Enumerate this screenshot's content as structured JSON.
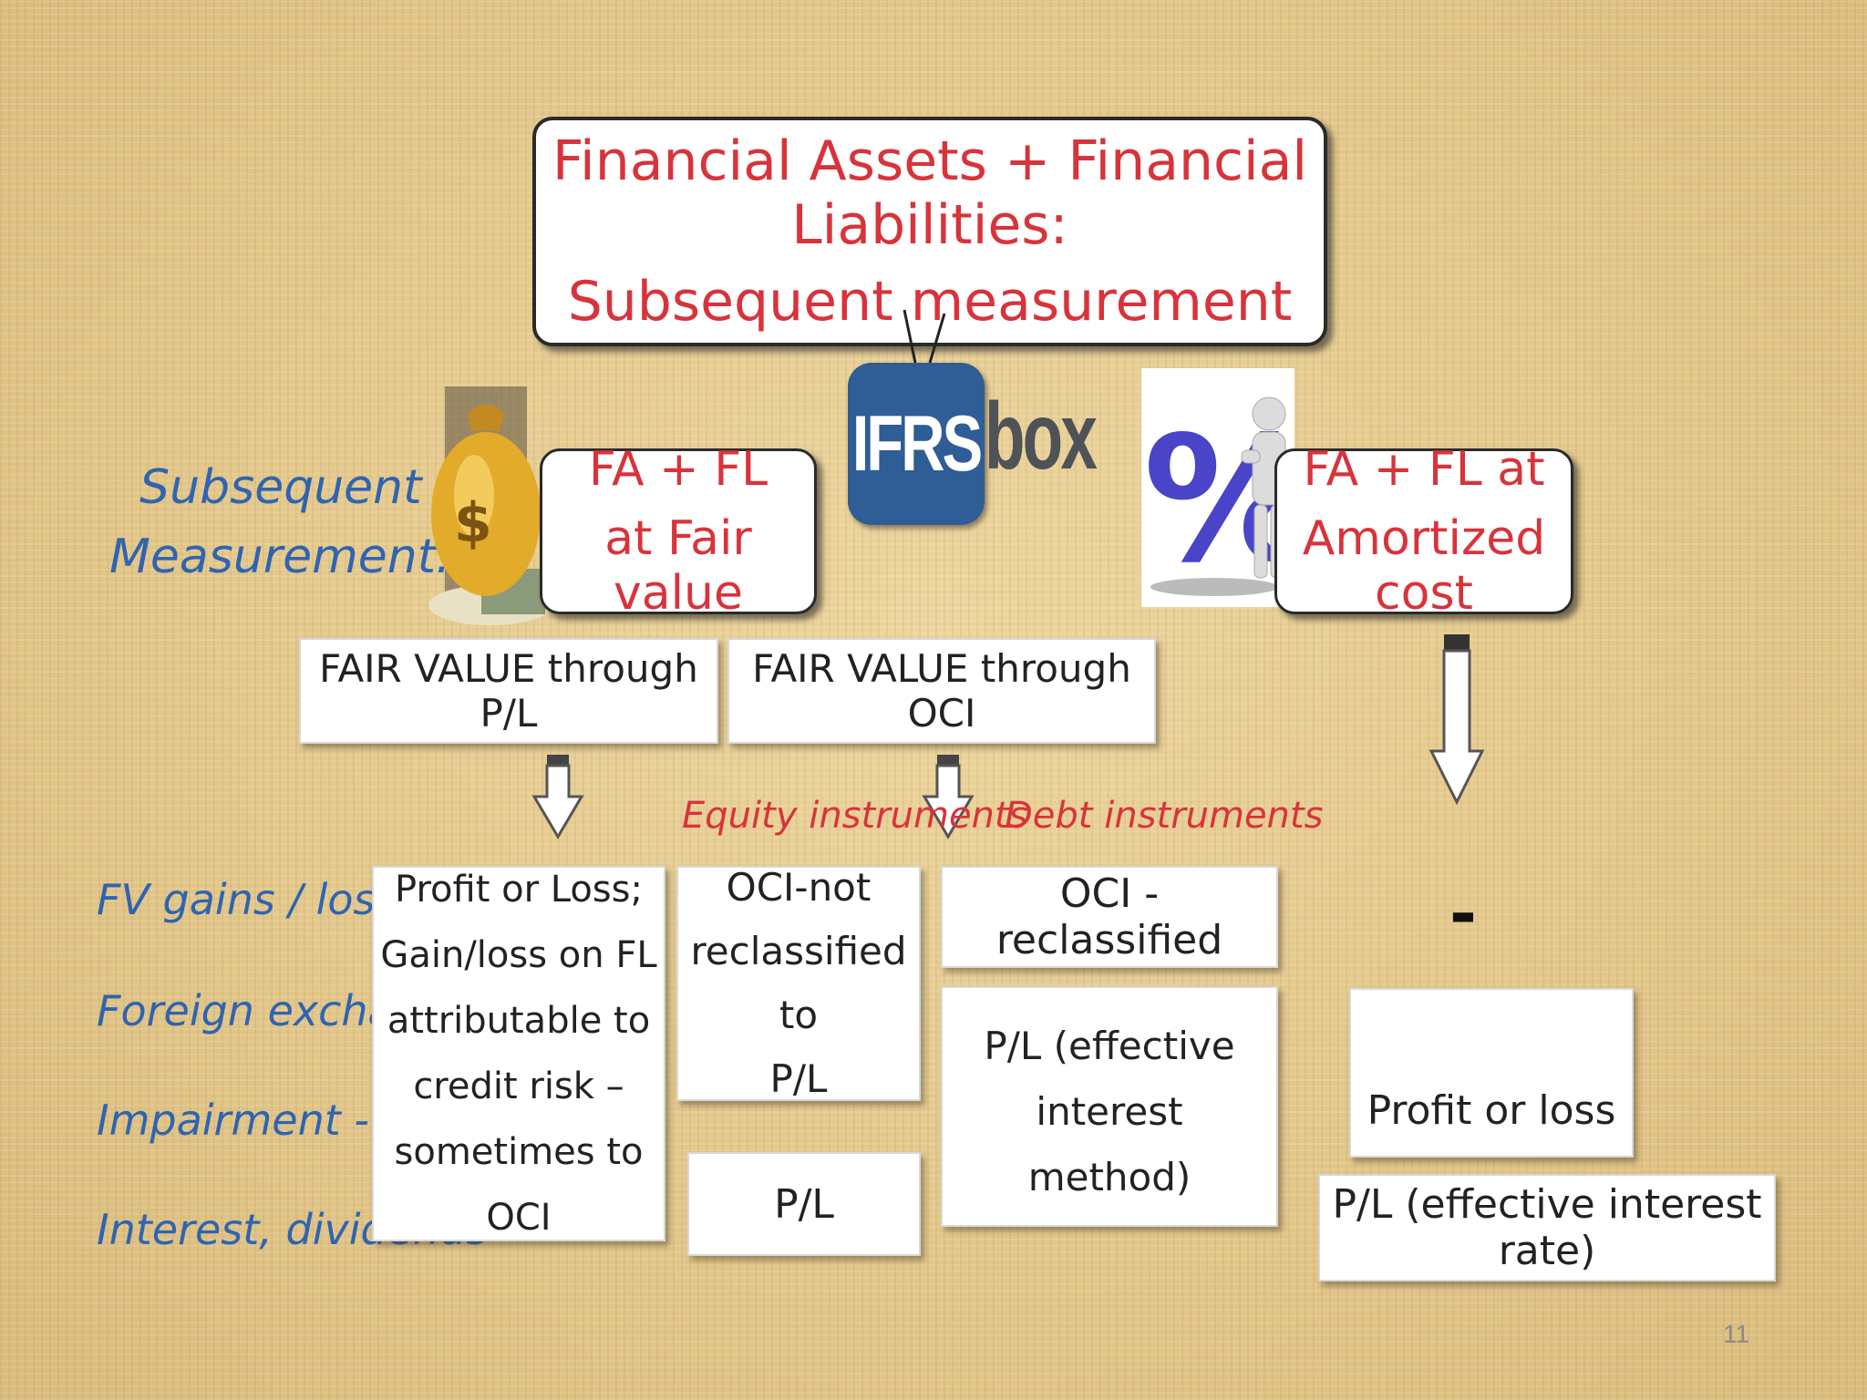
{
  "title": {
    "line1": "Financial Assets + Financial Liabilities:",
    "line2": "Subsequent measurement"
  },
  "logo": {
    "word1": "IFRS",
    "word2": "box"
  },
  "side_labels": {
    "subsequent_line1": "Subsequent",
    "subsequent_line2": "Measurement:",
    "fv_gains": "FV gains / losses",
    "foreign_exchange": "Foreign exchange",
    "impairment": "Impairment - FA",
    "interest": "Interest, dividends"
  },
  "categories": {
    "fair_value": {
      "line1": "FA + FL",
      "line2": "at Fair value"
    },
    "amortized": {
      "line1": "FA + FL at",
      "line2": "Amortized cost"
    }
  },
  "subcategories": {
    "fvpl": "FAIR VALUE through P/L",
    "fvoci": "FAIR VALUE through OCI"
  },
  "instrument_labels": {
    "equity": "Equity instruments",
    "debt": "Debt instruments"
  },
  "cells": {
    "fvpl_main": [
      "Profit or Loss;",
      "Gain/loss on FL",
      "attributable to",
      "credit risk –",
      "sometimes to OCI"
    ],
    "equity_oci": [
      "OCI-not",
      "reclassified to",
      "P/L"
    ],
    "equity_pl": "P/L",
    "debt_oci": "OCI -  reclassified",
    "debt_pl": [
      "P/L (effective interest",
      "method)"
    ],
    "amortized_dash": "-",
    "amortized_pl": "Profit or loss",
    "amortized_eir": "P/L (effective interest rate)"
  },
  "icons": {
    "money": "money-bag-icon",
    "percent": "percent-figure-icon"
  },
  "colors": {
    "red": "#d8333b",
    "blue": "#2f64b0",
    "logo_blue": "#2f5d95"
  },
  "page_number": "11"
}
